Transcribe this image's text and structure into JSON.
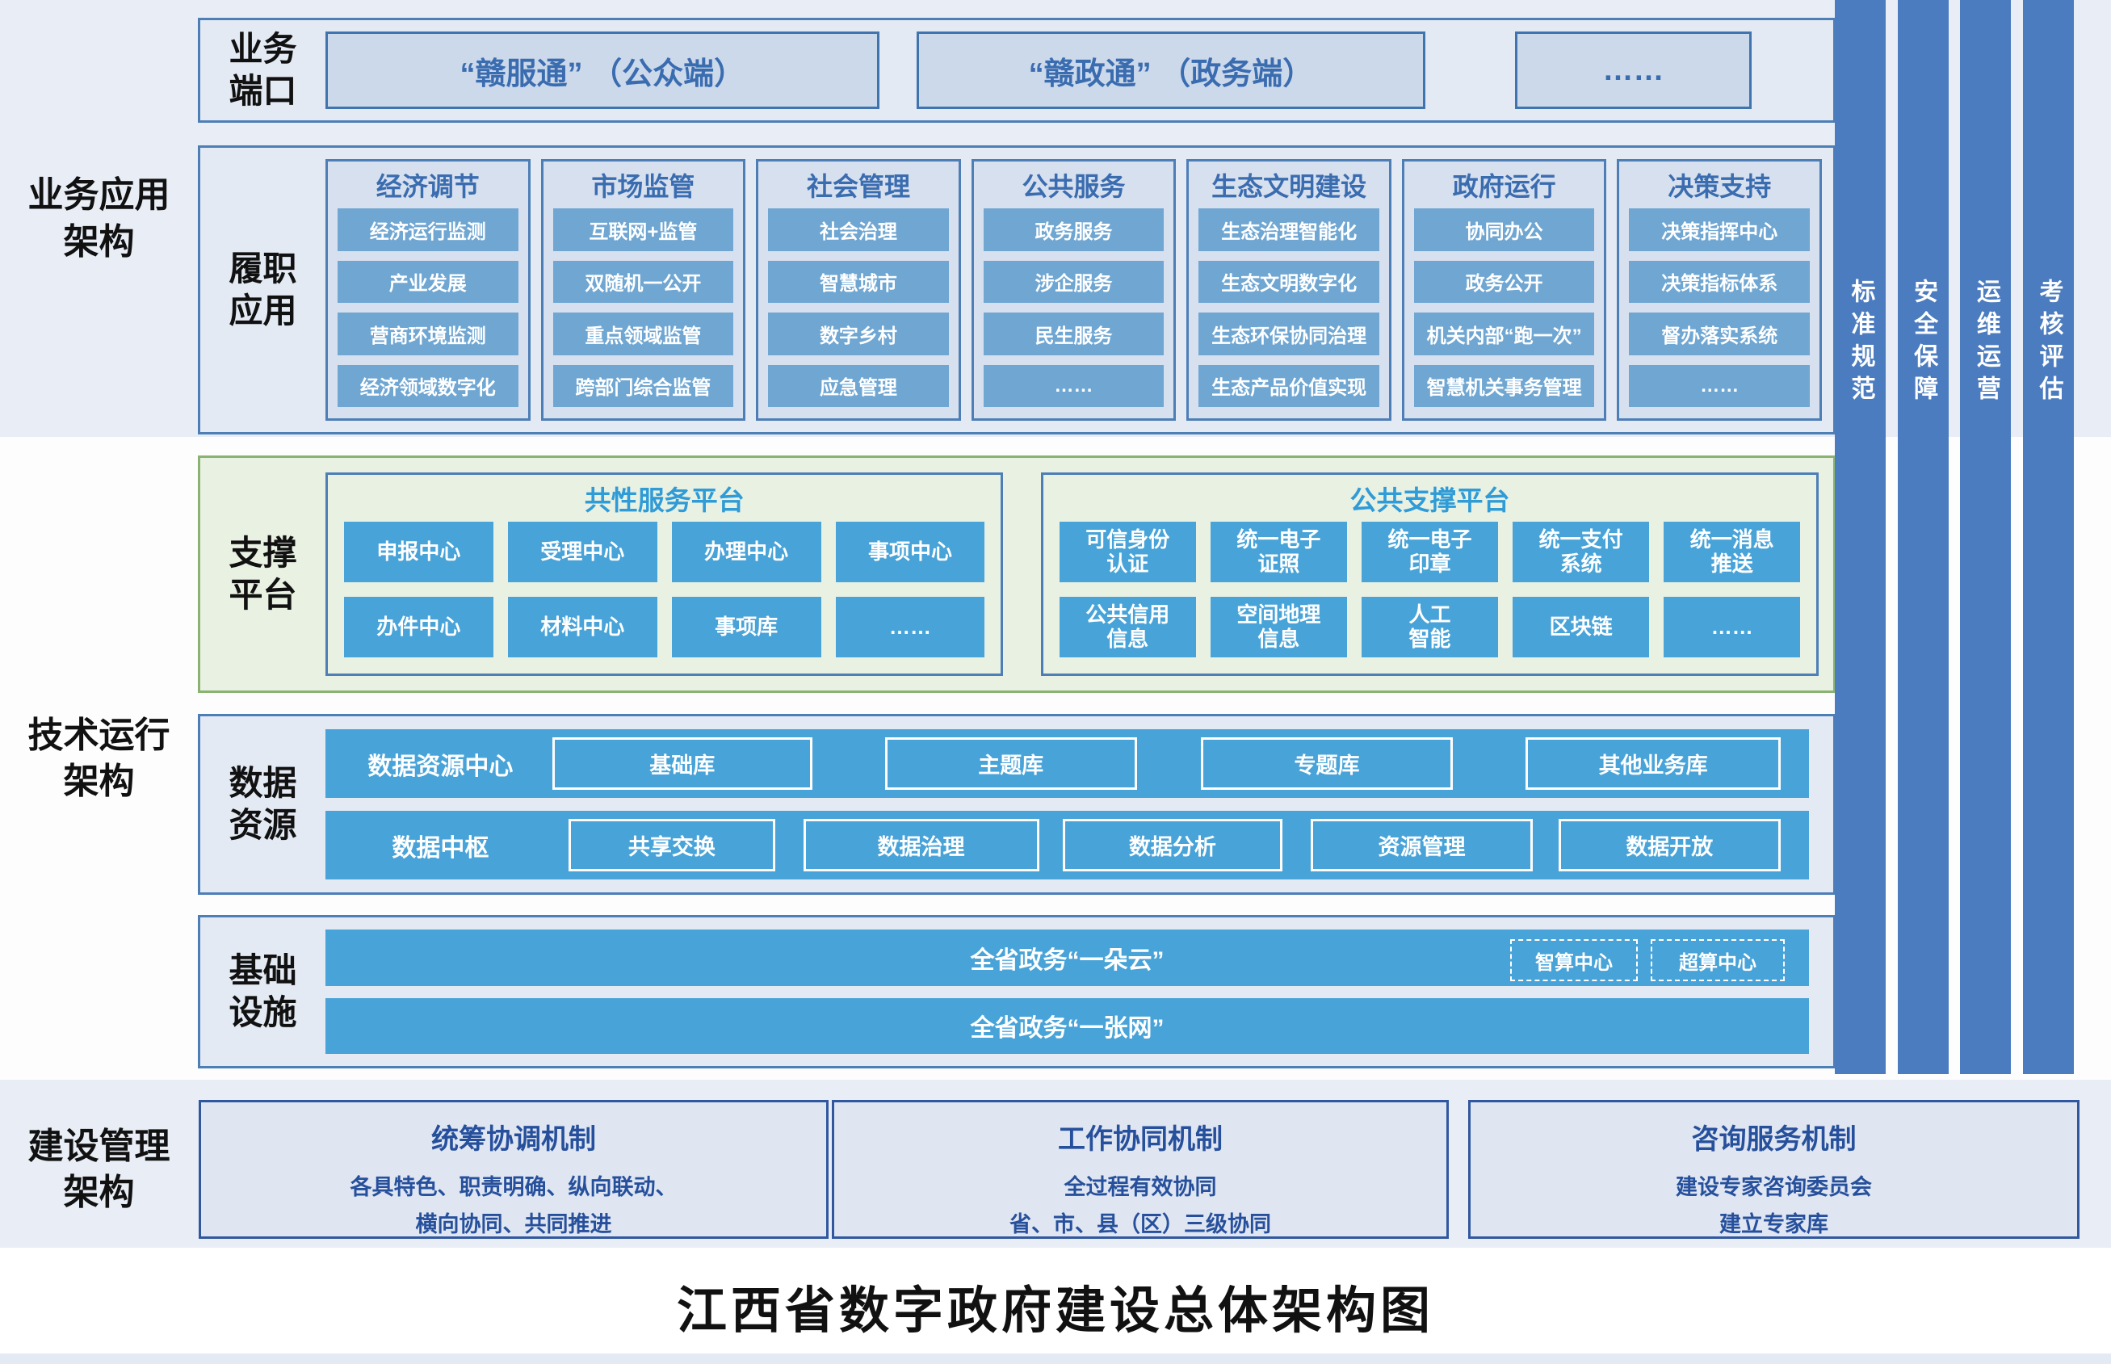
{
  "title": "江西省数字政府建设总体架构图",
  "side_labels": {
    "business": "业务应用\n架构",
    "technical": "技术运行\n架构",
    "construction": "建设管理\n架构"
  },
  "ports": {
    "label": "业务\n端口",
    "items": [
      "“赣服通” （公众端）",
      "“赣政通” （政务端）",
      "……"
    ]
  },
  "duty": {
    "label": "履职\n应用",
    "columns": [
      {
        "title": "经济调节",
        "items": [
          "经济运行监测",
          "产业发展",
          "营商环境监测",
          "经济领域数字化"
        ]
      },
      {
        "title": "市场监管",
        "items": [
          "互联网+监管",
          "双随机一公开",
          "重点领域监管",
          "跨部门综合监管"
        ]
      },
      {
        "title": "社会管理",
        "items": [
          "社会治理",
          "智慧城市",
          "数字乡村",
          "应急管理"
        ]
      },
      {
        "title": "公共服务",
        "items": [
          "政务服务",
          "涉企服务",
          "民生服务",
          "……"
        ]
      },
      {
        "title": "生态文明建设",
        "items": [
          "生态治理智能化",
          "生态文明数字化",
          "生态环保协同治理",
          "生态产品价值实现"
        ]
      },
      {
        "title": "政府运行",
        "items": [
          "协同办公",
          "政务公开",
          "机关内部“跑一次”",
          "智慧机关事务管理"
        ]
      },
      {
        "title": "决策支持",
        "items": [
          "决策指挥中心",
          "决策指标体系",
          "督办落实系统",
          "……"
        ]
      }
    ]
  },
  "support": {
    "label": "支撑\n平台",
    "common_platform": {
      "title": "共性服务平台",
      "items": [
        "申报中心",
        "受理中心",
        "办理中心",
        "事项中心",
        "办件中心",
        "材料中心",
        "事项库",
        "……"
      ]
    },
    "public_platform": {
      "title": "公共支撑平台",
      "items": [
        "可信身份\n认证",
        "统一电子\n证照",
        "统一电子\n印章",
        "统一支付\n系统",
        "统一消息\n推送",
        "公共信用\n信息",
        "空间地理\n信息",
        "人工\n智能",
        "区块链",
        "……"
      ]
    }
  },
  "data_resources": {
    "label": "数据\n资源",
    "rows": [
      {
        "title": "数据资源中心",
        "items": [
          "基础库",
          "主题库",
          "专题库",
          "其他业务库"
        ]
      },
      {
        "title": "数据中枢",
        "items": [
          "共享交换",
          "数据治理",
          "数据分析",
          "资源管理",
          "数据开放"
        ]
      }
    ]
  },
  "infrastructure": {
    "label": "基础\n设施",
    "cloud_bar": "全省政务“一朵云”",
    "cloud_extras": [
      "智算中心",
      "超算中心"
    ],
    "network_bar": "全省政务“一张网”"
  },
  "pillars": [
    "标准规范",
    "安全保障",
    "运维运营",
    "考核评估"
  ],
  "governance": {
    "boxes": [
      {
        "title": "统筹协调机制",
        "body": "各具特色、职责明确、纵向联动、\n横向协同、共同推进"
      },
      {
        "title": "工作协同机制",
        "body": "全过程有效协同\n省、市、县（区）三级协同"
      },
      {
        "title": "咨询服务机制",
        "body": "建设专家咨询委员会\n建立专家库"
      }
    ]
  },
  "colors": {
    "page_background": "#e9eef6",
    "section_border_blue": "#4d7eb6",
    "item_blue": "#6fa6d2",
    "platform_item_blue": "#48a3d8",
    "pillar_blue": "#4b7cc0",
    "heading_steel_blue": "#3a6cb0",
    "platform_heading_blue": "#2f9bd7",
    "green_border": "#8ab371",
    "governance_navy": "#27509c"
  }
}
